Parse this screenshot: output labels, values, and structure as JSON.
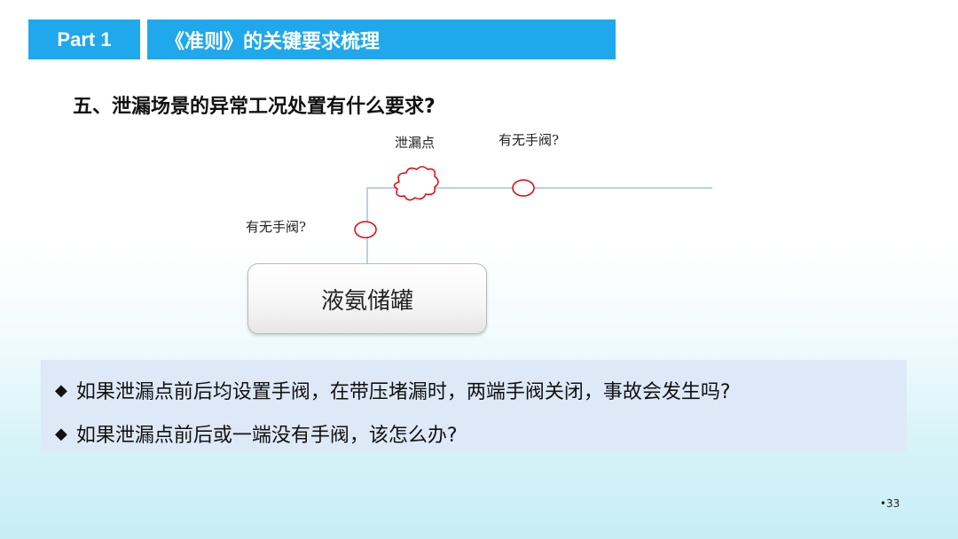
{
  "header": {
    "part_label": "Part 1",
    "section_title": "《准则》的关键要求梳理"
  },
  "question_title": "五、泄漏场景的异常工况处置有什么要求?",
  "diagram": {
    "leak_label": "泄漏点",
    "valve_label_top": "有无手阀?",
    "valve_label_left": "有无手阀?",
    "tank_label": "液氨储罐",
    "pipe_color": "#9dc3e6",
    "marker_color": "#e8000b"
  },
  "questions": {
    "bullet_icon": "diamond-bullet",
    "items": [
      "如果泄漏点前后均设置手阀，在带压堵漏时，两端手阀关闭，事故会发生吗?",
      "如果泄漏点前后或一端没有手阀，该怎么办?"
    ]
  },
  "page_number": "•33",
  "colors": {
    "header_bg": "#1fa8ec",
    "question_box_bg": "#dde9f7"
  }
}
